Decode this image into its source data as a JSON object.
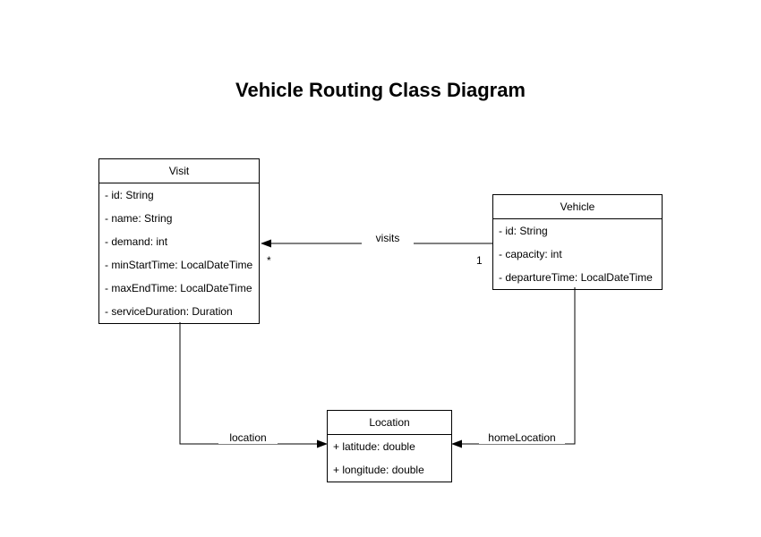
{
  "title": "Vehicle Routing Class Diagram",
  "classes": {
    "visit": {
      "name": "Visit",
      "attributes": [
        "- id: String",
        "- name: String",
        "- demand: int",
        "- minStartTime: LocalDateTime",
        "- maxEndTime: LocalDateTime",
        "- serviceDuration: Duration"
      ]
    },
    "vehicle": {
      "name": "Vehicle",
      "attributes": [
        "- id: String",
        "- capacity: int",
        "- departureTime: LocalDateTime"
      ]
    },
    "location": {
      "name": "Location",
      "attributes": [
        "+ latitude: double",
        "+ longitude: double"
      ]
    }
  },
  "relationships": {
    "visits": {
      "label": "visits",
      "from": "Vehicle",
      "to": "Visit",
      "source_multiplicity": "1",
      "target_multiplicity": "*"
    },
    "location": {
      "label": "location",
      "from": "Visit",
      "to": "Location"
    },
    "homeLocation": {
      "label": "homeLocation",
      "from": "Vehicle",
      "to": "Location"
    }
  },
  "colors": {
    "stroke": "#000000",
    "fill": "#ffffff",
    "text": "#000000"
  }
}
